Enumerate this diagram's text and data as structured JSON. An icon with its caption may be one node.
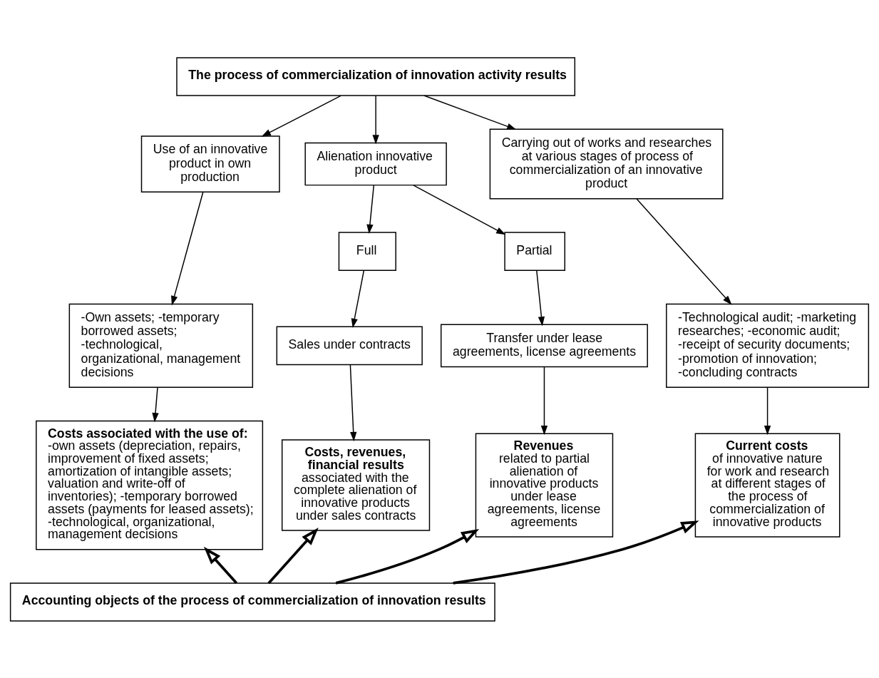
{
  "diagram": {
    "nodes": [
      {
        "text": [
          "The process of commercialization of innovation activity results"
        ]
      },
      {
        "text": [
          "Use of an innovative product in own production"
        ]
      },
      {
        "text": [
          "Alienation innovative product"
        ]
      },
      {
        "text": [
          "Carrying out of works and researches at various stages of process of commercialization of an innovative product"
        ]
      },
      {
        "text": [
          "Full"
        ]
      },
      {
        "text": [
          "Partial"
        ]
      },
      {
        "text": [
          "-Own assets; -temporary borrowed assets; -technological, organizational, management decisions"
        ]
      },
      {
        "text": [
          "Sales under contracts"
        ]
      },
      {
        "text": [
          "Transfer under lease agreements, license agreements"
        ]
      },
      {
        "text": [
          "-Technological audit; -marketing researches; -economic audit; -receipt of security documents; -promotion of innovation; -concluding contracts"
        ]
      },
      {
        "text": [
          "Costs associated with the use of:",
          "-own assets (depreciation, repairs, improvement of fixed assets; amortization of intangible assets; valuation and write-off of inventories); -temporary borrowed assets (payments for leased assets); -technological, organizational, management decisions"
        ]
      },
      {
        "text": [
          "Costs, revenues, financial results",
          "associated with the complete alienation of innovative products under sales contracts"
        ]
      },
      {
        "text": [
          "Revenues",
          "related to partial alienation of innovative products under lease agreements, license agreements"
        ]
      },
      {
        "text": [
          "Current costs",
          "of innovative nature for work and research at different stages of the process of commercialization of innovative products"
        ]
      },
      {
        "text": [
          "Accounting objects of the process of commercialization of innovation results"
        ]
      }
    ],
    "edges": [
      {
        "from": 0,
        "to": 1,
        "arrow": "to"
      },
      {
        "from": 0,
        "to": 2,
        "arrow": "to"
      },
      {
        "from": 0,
        "to": 3,
        "arrow": "to"
      },
      {
        "from": 2,
        "to": 4,
        "arrow": "to"
      },
      {
        "from": 2,
        "to": 5,
        "arrow": "to"
      },
      {
        "from": 1,
        "to": 6,
        "arrow": "to"
      },
      {
        "from": 4,
        "to": 7,
        "arrow": "to"
      },
      {
        "from": 5,
        "to": 8,
        "arrow": "to"
      },
      {
        "from": 3,
        "to": 9,
        "arrow": "to"
      },
      {
        "from": 6,
        "to": 10,
        "arrow": "to"
      },
      {
        "from": 7,
        "to": 11,
        "arrow": "to"
      },
      {
        "from": 8,
        "to": 12,
        "arrow": "to"
      },
      {
        "from": 9,
        "to": 13,
        "arrow": "to"
      },
      {
        "from": 14,
        "to": 10,
        "arrow": "to",
        "style": "thick"
      },
      {
        "from": 14,
        "to": 11,
        "arrow": "to",
        "style": "thick"
      },
      {
        "from": 14,
        "to": 12,
        "arrow": "to",
        "style": "thick"
      },
      {
        "from": 14,
        "to": 13,
        "arrow": "to",
        "style": "thick"
      }
    ]
  }
}
